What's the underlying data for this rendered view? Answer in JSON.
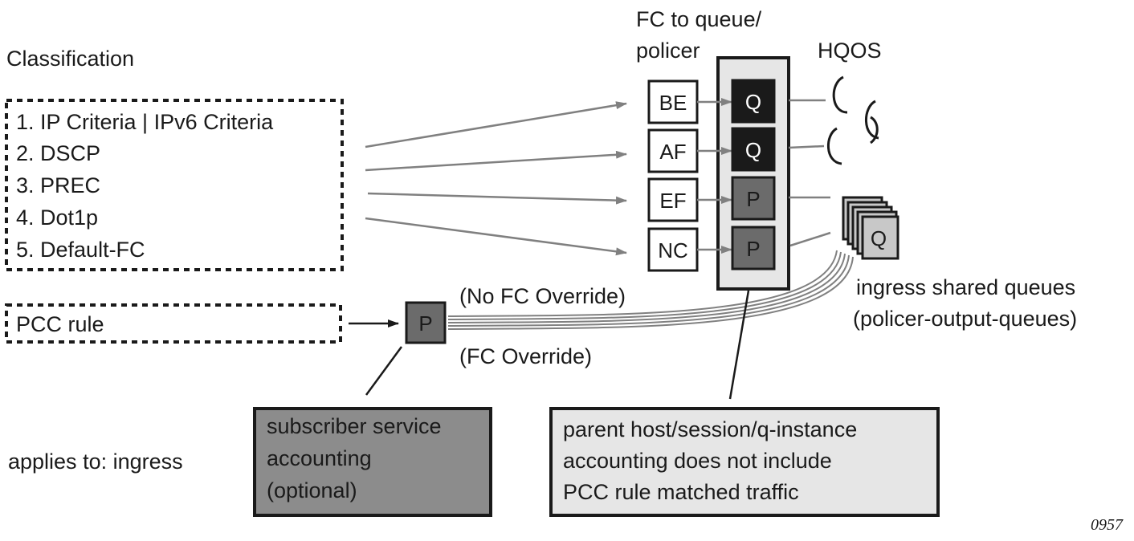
{
  "header": {
    "fc_to_queue_line1": "FC to queue/",
    "fc_to_queue_line2": "policer",
    "hqos": "HQOS",
    "classification": "Classification"
  },
  "classification_criteria": [
    "1. IP Criteria | IPv6 Criteria",
    "2. DSCP",
    "3. PREC",
    "4. Dot1p",
    "5. Default-FC"
  ],
  "forwarding_classes": [
    "BE",
    "AF",
    "EF",
    "NC"
  ],
  "queue_policer_labels": [
    "Q",
    "Q",
    "P",
    "P"
  ],
  "pcc": {
    "rule_label": "PCC rule",
    "policer_label": "P",
    "no_fc_override": "(No FC Override)",
    "fc_override": "(FC Override)"
  },
  "shared_queues": {
    "queue_label": "Q",
    "line1": "ingress shared queues",
    "line2": "(policer-output-queues)"
  },
  "applies_to": "applies to: ingress",
  "accounting_box": {
    "line1": "subscriber service",
    "line2": "accounting",
    "line3": "(optional)"
  },
  "parent_box": {
    "line1": "parent host/session/q-instance",
    "line2": "accounting does not include",
    "line3": "PCC rule matched traffic"
  },
  "figure_number": "0957",
  "colors": {
    "queue_fill": "#1a1a1a",
    "policer_fill": "#6b6b6b",
    "light_box": "#e6e6e6",
    "accounting_fill": "#8c8c8c",
    "arrow_gray": "#808080"
  }
}
